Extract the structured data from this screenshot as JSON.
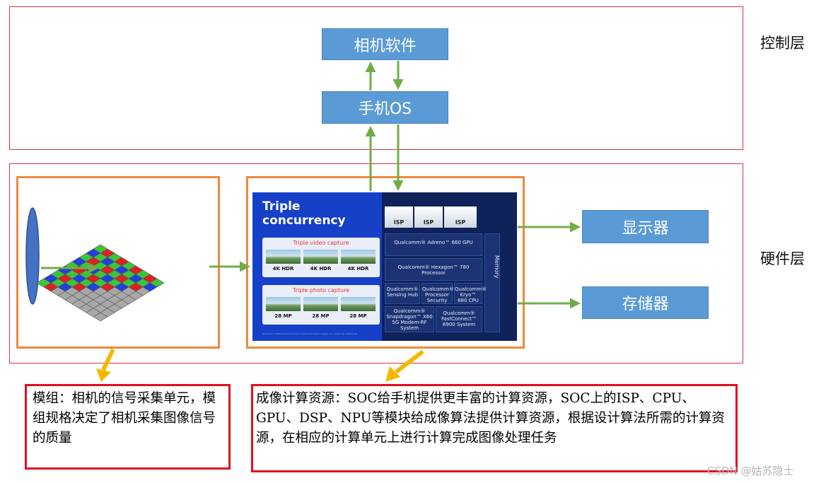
{
  "layers": {
    "control_label": "控制层",
    "hardware_label": "硬件层"
  },
  "boxes": {
    "camera_software": "相机软件",
    "phone_os": "手机OS",
    "display": "显示器",
    "storage": "存储器"
  },
  "soc_slide": {
    "title_line1": "Triple",
    "title_line2": "concurrency",
    "video_card_title": "Triple video capture",
    "video_labels": [
      "4K HDR",
      "4K HDR",
      "4K HDR"
    ],
    "photo_card_title": "Triple photo capture",
    "photo_labels": [
      "28 MP",
      "28 MP",
      "28 MP"
    ],
    "footnote": "Qualcomm FastConnect is product of Qualcomm Technologies, Inc. and/or its subsidiaries.",
    "isp_labels": [
      "ISP",
      "ISP",
      "ISP"
    ],
    "gpu": "Qualcomm® Adreno™ 660 GPU",
    "hexagon": "Qualcomm® Hexagon™ 780 Processor",
    "memory": "Memory",
    "sensing_hub": "Qualcomm® Sensing Hub",
    "security": "Qualcomm® Processor Security",
    "kryo": "Qualcomm® Kryo™ 680 CPU",
    "modem": "Qualcomm® Snapdragon™ X60 5G Modem-RF System",
    "fastconnect": "Qualcomm® FastConnect™ 6900 System"
  },
  "notes": {
    "module": "模组：相机的信号采集单元，模组规格决定了相机采集图像信号的质量",
    "soc": "成像计算资源：SOC给手机提供更丰富的计算资源，SOC上的ISP、CPU、GPU、DSP、NPU等模块给成像算法提供计算资源，根据设计算法所需的计算资源，在相应的计算单元上进行计算完成图像处理任务"
  },
  "watermark": "CSDN @姑苏隐士",
  "colors": {
    "layer_border": "#d8323c",
    "blue_box": "#5b9bd5",
    "arrow_green": "#70ad47",
    "orange": "#ed8a3c",
    "pointer_yellow": "#f5b800",
    "note_border": "#e0101b"
  }
}
